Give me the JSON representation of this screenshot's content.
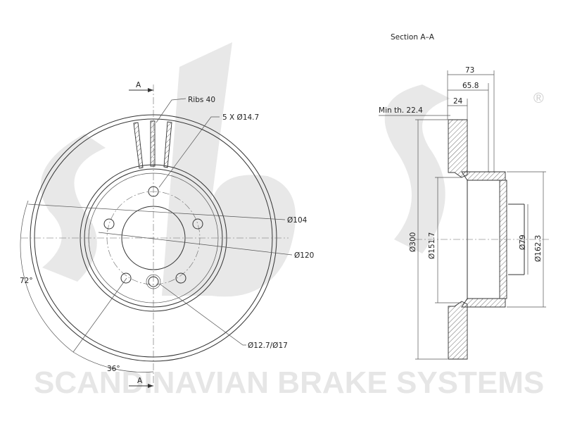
{
  "watermark": {
    "logo_text": "sbs",
    "brand_text": "SCANDINAVIAN BRAKE SYSTEMS",
    "registered_mark": "®",
    "color": "#e6e6e6"
  },
  "front_view": {
    "section_marker_top": "A",
    "section_marker_bottom": "A",
    "ribs_label": "Ribs  40",
    "bolt_holes_label": "5 X  Ø14.7",
    "diameter_104_label": "Ø104",
    "diameter_120_label": "Ø120",
    "hole_label": "Ø12.7/Ø17",
    "angle_72_label": "72°",
    "angle_36_label": "36°"
  },
  "section_view": {
    "title": "Section  A–A",
    "min_thickness_label": "Min th.  22.4",
    "dim_73": "73",
    "dim_65_8": "65.8",
    "dim_24": "24",
    "dim_300": "Ø300",
    "dim_151_7": "Ø151.7",
    "dim_79": "Ø79",
    "dim_162_3": "Ø162.3"
  }
}
